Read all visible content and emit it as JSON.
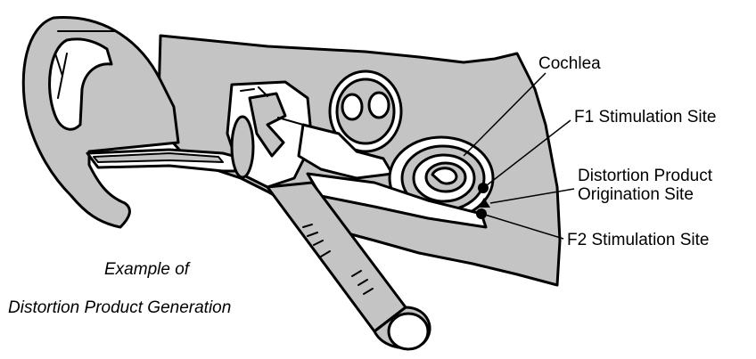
{
  "labels": {
    "cochlea": "Cochlea",
    "f1": "F1 Stimulation Site",
    "dp_line1": "Distortion Product",
    "dp_line2": "Origination Site",
    "f2": "F2 Stimulation Site"
  },
  "caption": {
    "line1": "Example of",
    "line2": "Distortion Product Generation"
  },
  "colors": {
    "tissue": "#c4c4c4",
    "outline": "#000000",
    "background": "#ffffff"
  }
}
